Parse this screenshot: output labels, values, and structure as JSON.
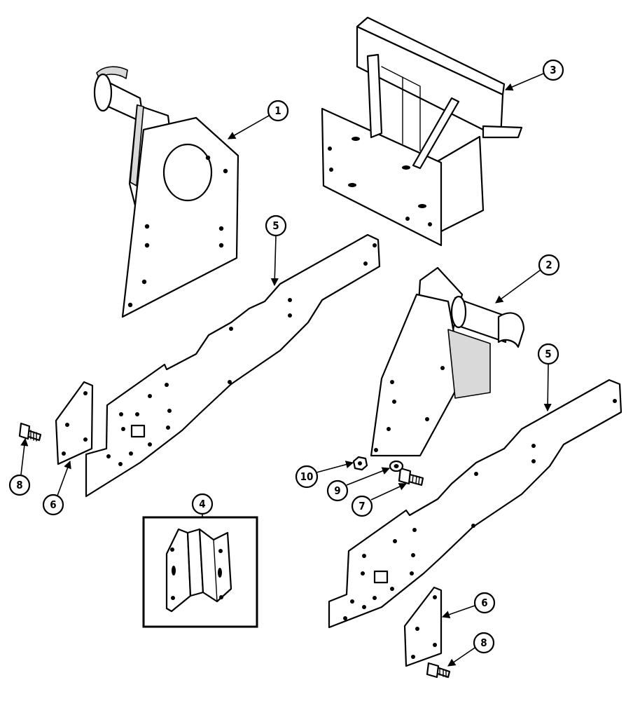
{
  "diagram": {
    "callouts": [
      {
        "id": "c1",
        "label": "1"
      },
      {
        "id": "c2",
        "label": "2"
      },
      {
        "id": "c3",
        "label": "3"
      },
      {
        "id": "c4",
        "label": "4"
      },
      {
        "id": "c5a",
        "label": "5"
      },
      {
        "id": "c5b",
        "label": "5"
      },
      {
        "id": "c6a",
        "label": "6"
      },
      {
        "id": "c6b",
        "label": "6"
      },
      {
        "id": "c7",
        "label": "7"
      },
      {
        "id": "c8a",
        "label": "8"
      },
      {
        "id": "c8b",
        "label": "8"
      },
      {
        "id": "c9",
        "label": "9"
      },
      {
        "id": "c10",
        "label": "10"
      }
    ]
  }
}
